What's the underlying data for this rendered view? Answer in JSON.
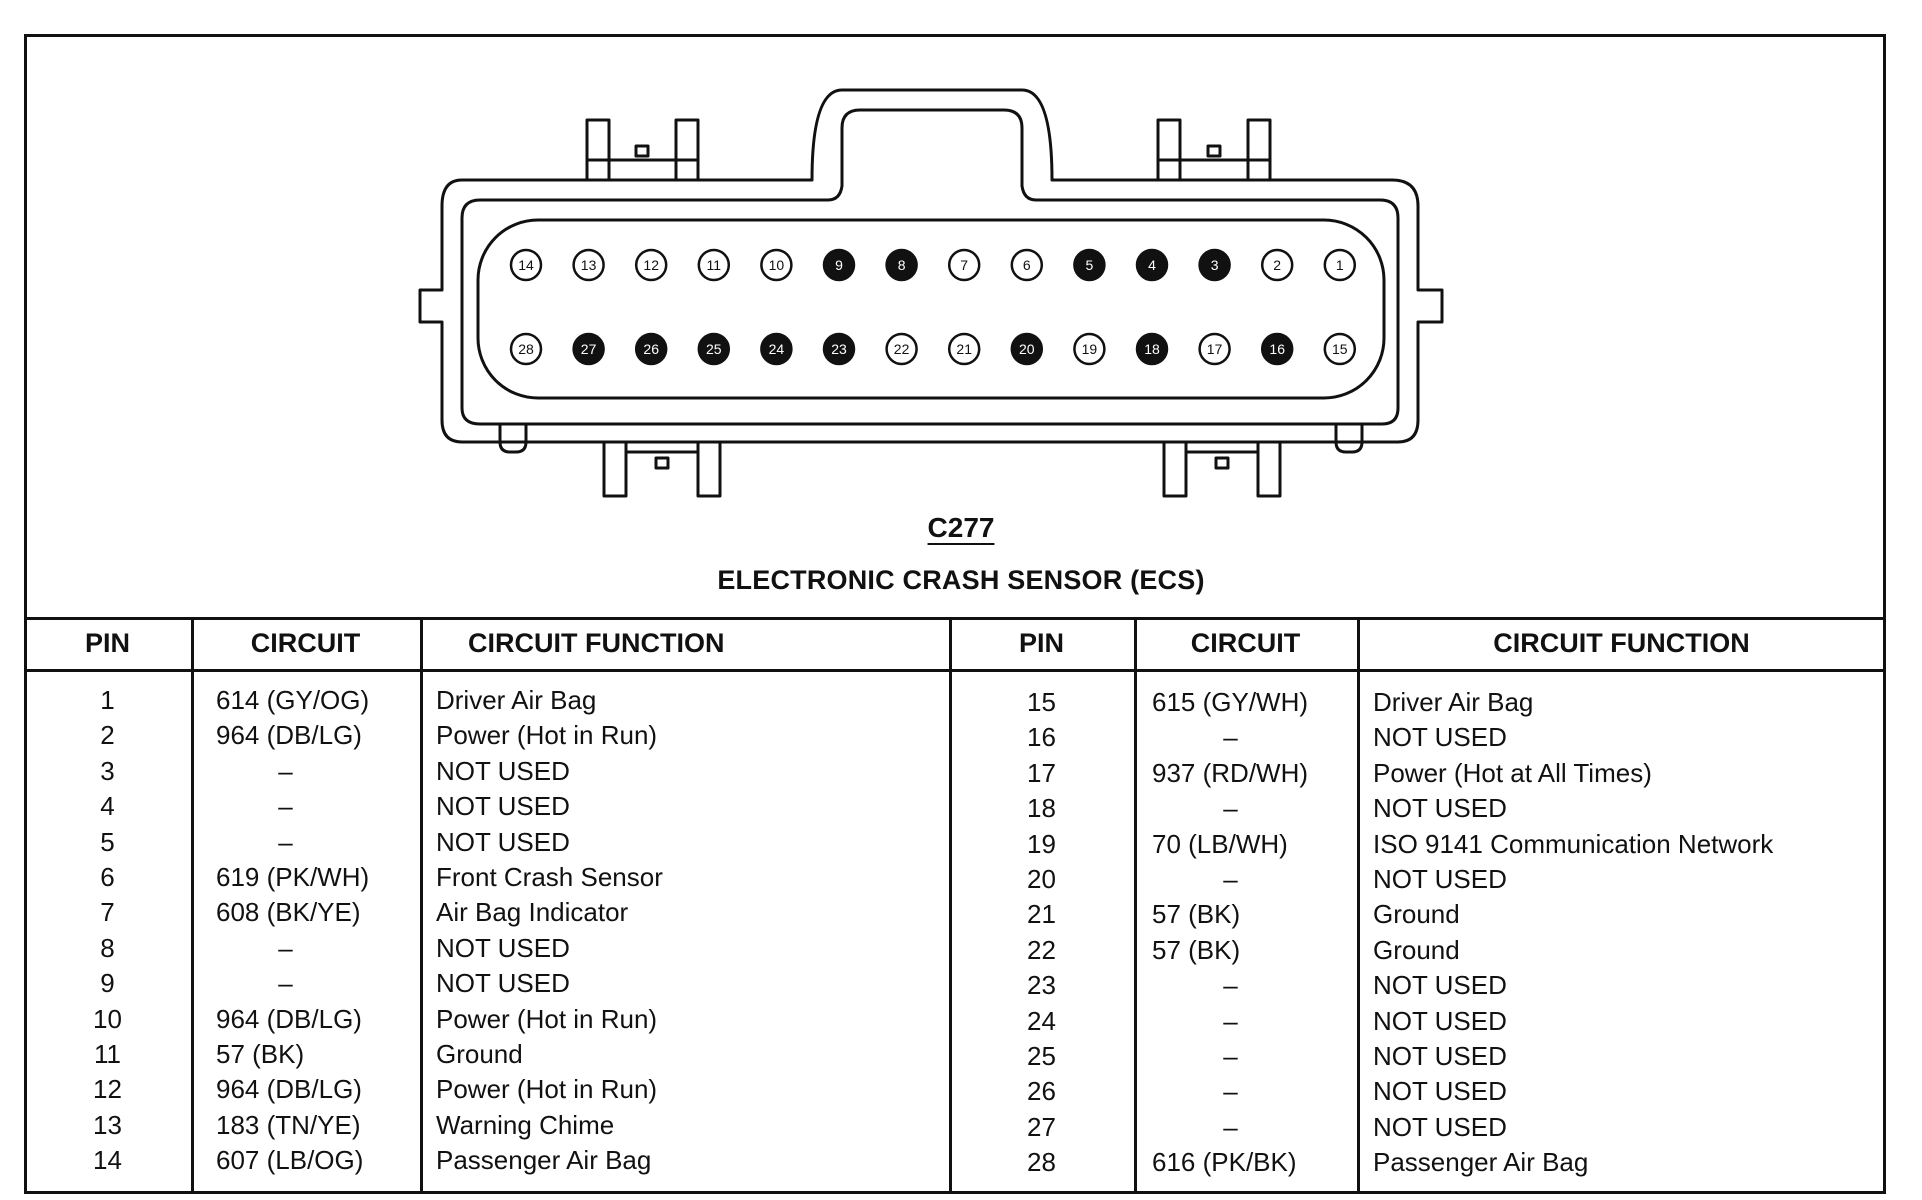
{
  "connector": {
    "id": "C277",
    "title": "ELECTRONIC CRASH SENSOR (ECS)",
    "top_row": [
      {
        "pin": "14",
        "filled": false
      },
      {
        "pin": "13",
        "filled": false
      },
      {
        "pin": "12",
        "filled": false
      },
      {
        "pin": "11",
        "filled": false
      },
      {
        "pin": "10",
        "filled": false
      },
      {
        "pin": "9",
        "filled": true
      },
      {
        "pin": "8",
        "filled": true
      },
      {
        "pin": "7",
        "filled": false
      },
      {
        "pin": "6",
        "filled": false
      },
      {
        "pin": "5",
        "filled": true
      },
      {
        "pin": "4",
        "filled": true
      },
      {
        "pin": "3",
        "filled": true
      },
      {
        "pin": "2",
        "filled": false
      },
      {
        "pin": "1",
        "filled": false
      }
    ],
    "bottom_row": [
      {
        "pin": "28",
        "filled": false
      },
      {
        "pin": "27",
        "filled": true
      },
      {
        "pin": "26",
        "filled": true
      },
      {
        "pin": "25",
        "filled": true
      },
      {
        "pin": "24",
        "filled": true
      },
      {
        "pin": "23",
        "filled": true
      },
      {
        "pin": "22",
        "filled": false
      },
      {
        "pin": "21",
        "filled": false
      },
      {
        "pin": "20",
        "filled": true
      },
      {
        "pin": "19",
        "filled": false
      },
      {
        "pin": "18",
        "filled": true
      },
      {
        "pin": "17",
        "filled": false
      },
      {
        "pin": "16",
        "filled": true
      },
      {
        "pin": "15",
        "filled": false
      }
    ],
    "colors": {
      "line": "#111111",
      "filled_pin": "#111111",
      "empty_pin": "#ffffff"
    }
  },
  "table": {
    "headers": {
      "pin": "PIN",
      "circuit": "CIRCUIT",
      "circuit_function": "CIRCUIT FUNCTION"
    },
    "left_rows": [
      {
        "pin": "1",
        "circuit": "614 (GY/OG)",
        "function": "Driver Air Bag"
      },
      {
        "pin": "2",
        "circuit": "964 (DB/LG)",
        "function": "Power (Hot in Run)"
      },
      {
        "pin": "3",
        "circuit": "–",
        "function": "NOT USED"
      },
      {
        "pin": "4",
        "circuit": "–",
        "function": "NOT USED"
      },
      {
        "pin": "5",
        "circuit": "–",
        "function": "NOT USED"
      },
      {
        "pin": "6",
        "circuit": "619 (PK/WH)",
        "function": "Front Crash Sensor"
      },
      {
        "pin": "7",
        "circuit": "608 (BK/YE)",
        "function": "Air Bag Indicator"
      },
      {
        "pin": "8",
        "circuit": "–",
        "function": "NOT USED"
      },
      {
        "pin": "9",
        "circuit": "–",
        "function": "NOT USED"
      },
      {
        "pin": "10",
        "circuit": "964 (DB/LG)",
        "function": "Power (Hot in Run)"
      },
      {
        "pin": "11",
        "circuit": "57 (BK)",
        "function": "Ground"
      },
      {
        "pin": "12",
        "circuit": "964 (DB/LG)",
        "function": "Power (Hot in Run)"
      },
      {
        "pin": "13",
        "circuit": "183 (TN/YE)",
        "function": "Warning Chime"
      },
      {
        "pin": "14",
        "circuit": "607 (LB/OG)",
        "function": "Passenger Air Bag"
      }
    ],
    "right_rows": [
      {
        "pin": "15",
        "circuit": "615 (GY/WH)",
        "function": "Driver Air Bag"
      },
      {
        "pin": "16",
        "circuit": "–",
        "function": "NOT USED"
      },
      {
        "pin": "17",
        "circuit": "937 (RD/WH)",
        "function": "Power (Hot at All Times)"
      },
      {
        "pin": "18",
        "circuit": "–",
        "function": "NOT USED"
      },
      {
        "pin": "19",
        "circuit": "70 (LB/WH)",
        "function": "ISO 9141 Communication Network"
      },
      {
        "pin": "20",
        "circuit": "–",
        "function": "NOT USED"
      },
      {
        "pin": "21",
        "circuit": "57 (BK)",
        "function": "Ground"
      },
      {
        "pin": "22",
        "circuit": "57 (BK)",
        "function": "Ground"
      },
      {
        "pin": "23",
        "circuit": "–",
        "function": "NOT USED"
      },
      {
        "pin": "24",
        "circuit": "–",
        "function": "NOT USED"
      },
      {
        "pin": "25",
        "circuit": "–",
        "function": "NOT USED"
      },
      {
        "pin": "26",
        "circuit": "–",
        "function": "NOT USED"
      },
      {
        "pin": "27",
        "circuit": "–",
        "function": "NOT USED"
      },
      {
        "pin": "28",
        "circuit": "616 (PK/BK)",
        "function": "Passenger Air Bag"
      }
    ]
  }
}
